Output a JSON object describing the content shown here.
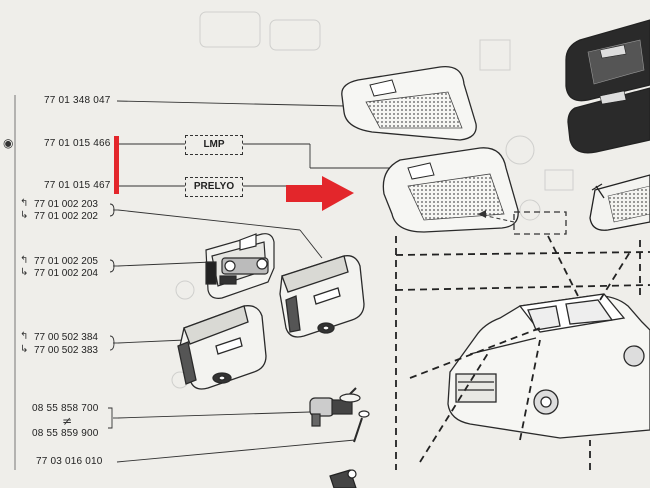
{
  "part_numbers": {
    "p1": "77 01 348 047",
    "p2": "77 01 015 466",
    "p3": "77 01 015 467",
    "p4": "77 01 002 203",
    "p5": "77 01 002 202",
    "p6": "77 01 002 205",
    "p7": "77 01 002 204",
    "p8": "77 00 502 384",
    "p9": "77 00 502 383",
    "p10": "08 55 858 700",
    "p11": "08 55 859 900",
    "p12": "77 03 016 010"
  },
  "labels": {
    "lmp": "LMP",
    "prelyo": "PRELYO"
  },
  "colors": {
    "highlight": "#e3262b",
    "ink": "#2a2a2a",
    "paper": "#efeeea"
  },
  "icons": [
    "bulb-icon",
    "left-side-icon",
    "right-side-icon",
    "not-equal-icon",
    "arrow-right-icon"
  ]
}
